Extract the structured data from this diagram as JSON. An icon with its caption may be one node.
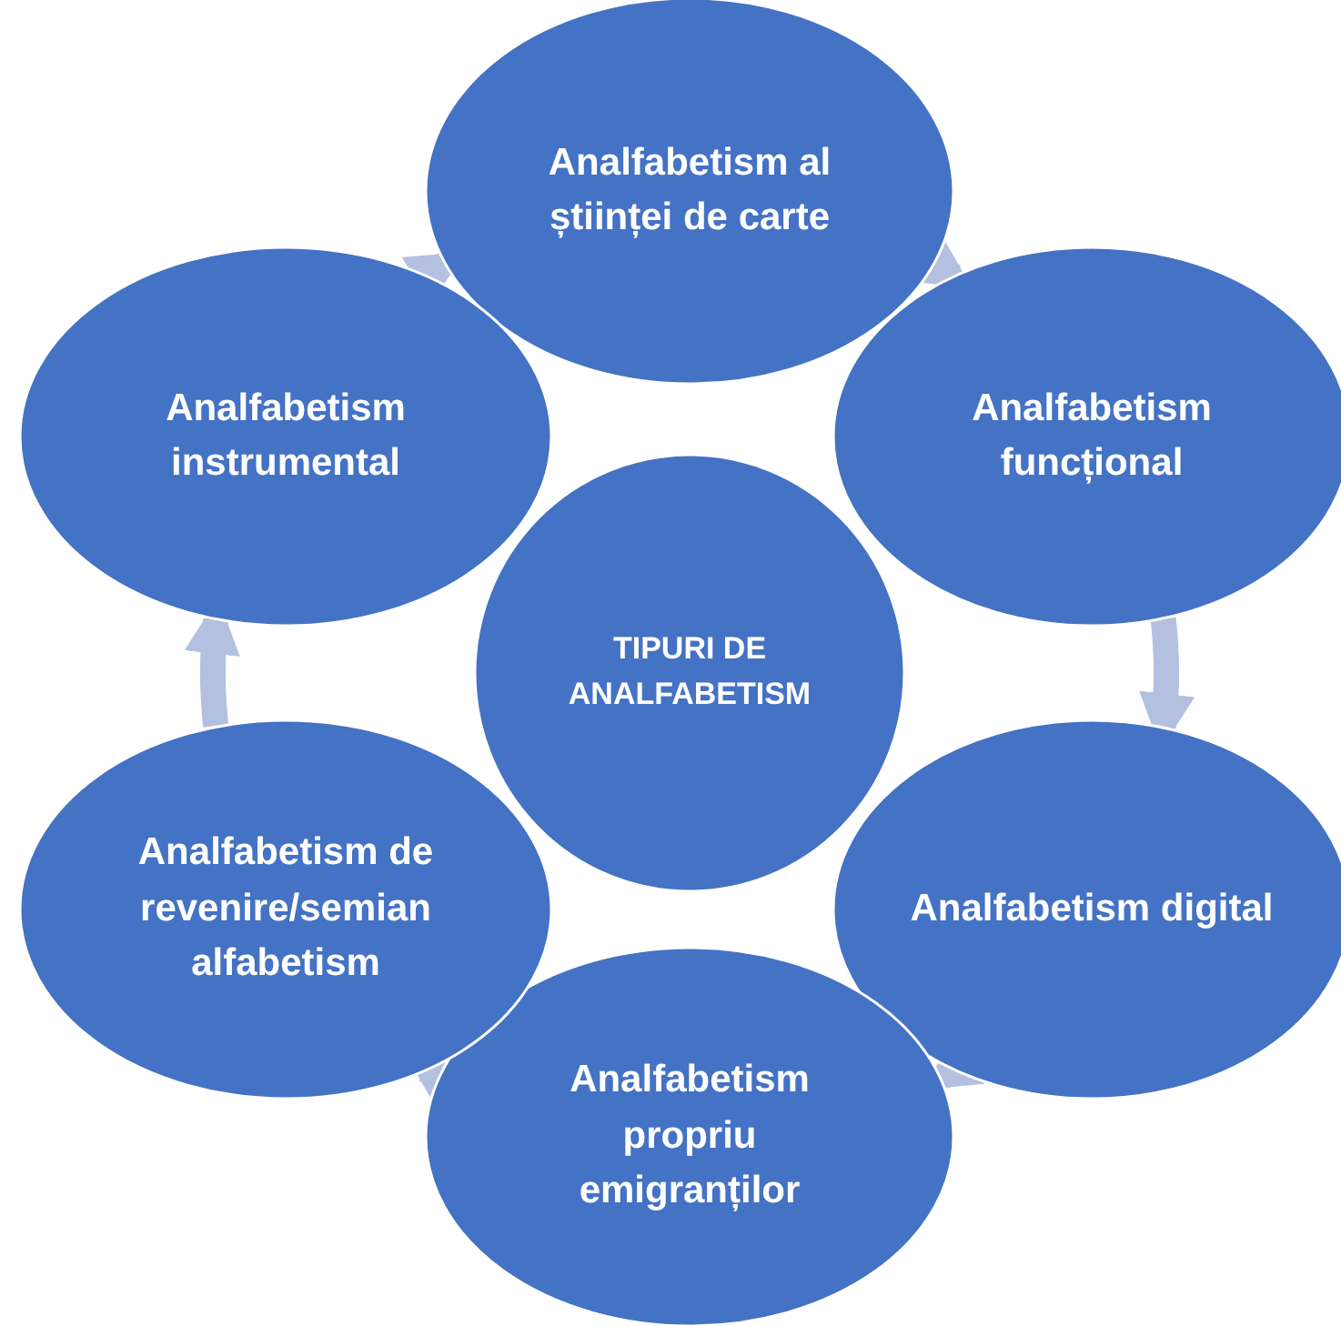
{
  "diagram": {
    "nodes": [
      {
        "text": [
          "TIPURI DE ANALFABETISM"
        ]
      },
      {
        "text": [
          "Analfabetism al științei de carte"
        ]
      },
      {
        "text": [
          "Analfabetism funcțional"
        ]
      },
      {
        "text": [
          "Analfabetism digital"
        ]
      },
      {
        "text": [
          "Analfabetism propriu emigranților"
        ]
      },
      {
        "text": [
          "Analfabetism de revenire/semian alfabetism"
        ]
      },
      {
        "text": [
          "Analfabetism instrumental"
        ]
      }
    ],
    "edges": [
      {
        "from": 1,
        "to": 2,
        "arrow": "to"
      },
      {
        "from": 2,
        "to": 3,
        "arrow": "to"
      },
      {
        "from": 3,
        "to": 4,
        "arrow": "to"
      },
      {
        "from": 4,
        "to": 5,
        "arrow": "to"
      },
      {
        "from": 5,
        "to": 6,
        "arrow": "to"
      },
      {
        "from": 6,
        "to": 1,
        "arrow": "to"
      }
    ]
  }
}
